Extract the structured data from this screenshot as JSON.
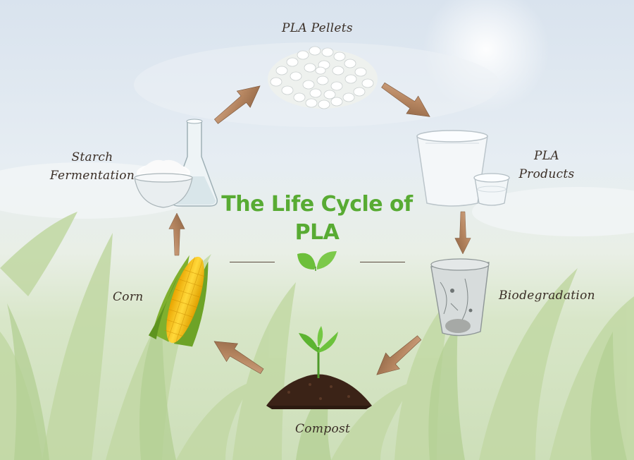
{
  "diagram": {
    "title": [
      "The Life Cycle of",
      "PLA"
    ],
    "stages": {
      "pla_pellets": "PLA Pellets",
      "pla_products": [
        "PLA",
        "Products"
      ],
      "biodegradation": "Biodegradation",
      "compost": "Compost",
      "corn": "Corn",
      "starch_fermentation": [
        "Starch",
        "Fermentation"
      ]
    },
    "colors": {
      "title": "#58ab33",
      "leaf": "#6cbf3a",
      "arrow_wood": "#b88a6a",
      "label_text": "#3a2e26"
    },
    "icons": [
      "pellets-icon",
      "cups-icon",
      "degraded-cup-icon",
      "soil-sprout-icon",
      "corn-icon",
      "flask-bowl-icon",
      "leaf-icon"
    ]
  }
}
